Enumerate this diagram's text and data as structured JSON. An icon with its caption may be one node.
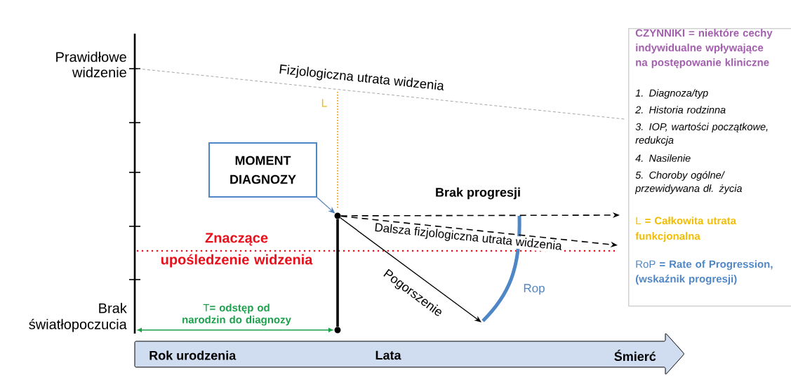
{
  "diagram": {
    "nodes": [
      {
        "text": [
          "MOMENT DIAGNOZY"
        ]
      },
      {
        "text": [],
        "shape": "circle"
      },
      {
        "text": [],
        "shape": "circle"
      },
      {
        "text": [
          "Rok urodzenia",
          "Lata",
          "Śmierć"
        ]
      },
      {
        "text": [
          "CZYNNIKI = niektóre cechy indywidualne wpływające na postępowanie kliniczne",
          "1. Diagnoza/typ",
          "2. Historia rodzinna",
          "3. IOP, wartości początkowe, redukcja",
          "4. Nasilenie",
          "5. Choroby ogólne/ przewidywana dł. życia",
          "L **= Całkowita utrata funkcjonalna**",
          "RoP **= Rate of Progression, (wskaźnik progresji)**"
        ]
      },
      {
        "text": [],
        "shape": "arc",
        "beside": [
          "Rop"
        ]
      }
    ],
    "edges": [
      {
        "from": 0,
        "to": 1,
        "arrow": "to",
        "color": "#4a7ebb"
      },
      {
        "from": 1,
        "to": 2,
        "arrow": "none",
        "style": "thick"
      },
      {
        "from": 1,
        "to": null,
        "arrow": "to",
        "style": "dashed",
        "label": "Brak progresji"
      },
      {
        "from": 1,
        "to": null,
        "arrow": "to",
        "style": "dashed",
        "label": "Dalsza fizjologiczna utrata widzenia"
      },
      {
        "from": 1,
        "to": 5,
        "arrow": "to",
        "label": "Pogorszenie"
      }
    ],
    "labels": [
      "Prawidłowe widzenie",
      "Fizjologiczna utrata widzenia",
      "L",
      "Znaczące upośledzenie widzenia",
      "Brak światłopoczucia",
      "T**= odstęp od narodzin do diagnozy**"
    ]
  }
}
